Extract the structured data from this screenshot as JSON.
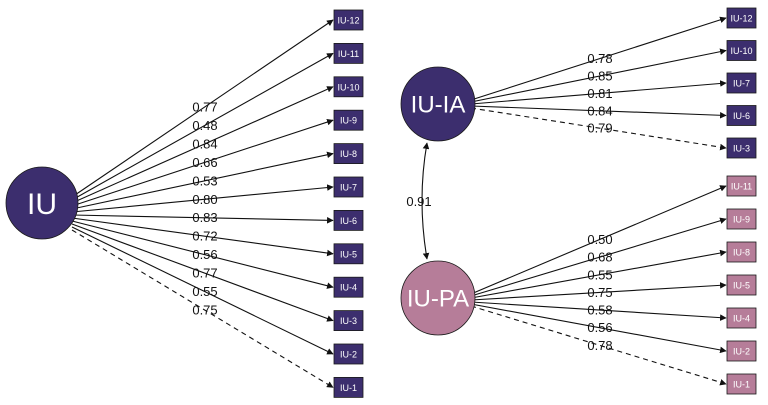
{
  "colors": {
    "dark": "#3c2e6e",
    "pink": "#b67d99",
    "edge": "#111111",
    "background": "#ffffff"
  },
  "left_model": {
    "factor": {
      "label": "IU",
      "color": "dark"
    },
    "paths": [
      {
        "indicator": "IU-12",
        "loading": "0.77",
        "dashed": false
      },
      {
        "indicator": "IU-11",
        "loading": "0.48",
        "dashed": false
      },
      {
        "indicator": "IU-10",
        "loading": "0.84",
        "dashed": false
      },
      {
        "indicator": "IU-9",
        "loading": "0.66",
        "dashed": false
      },
      {
        "indicator": "IU-8",
        "loading": "0.53",
        "dashed": false
      },
      {
        "indicator": "IU-7",
        "loading": "0.80",
        "dashed": false
      },
      {
        "indicator": "IU-6",
        "loading": "0.83",
        "dashed": false
      },
      {
        "indicator": "IU-5",
        "loading": "0.72",
        "dashed": false
      },
      {
        "indicator": "IU-4",
        "loading": "0.56",
        "dashed": false
      },
      {
        "indicator": "IU-3",
        "loading": "0.77",
        "dashed": false
      },
      {
        "indicator": "IU-2",
        "loading": "0.55",
        "dashed": false
      },
      {
        "indicator": "IU-1",
        "loading": "0.75",
        "dashed": true
      }
    ]
  },
  "right_model": {
    "factors": [
      {
        "label": "IU-IA",
        "color": "dark",
        "paths": [
          {
            "indicator": "IU-12",
            "loading": "0.78",
            "dashed": false
          },
          {
            "indicator": "IU-10",
            "loading": "0.85",
            "dashed": false
          },
          {
            "indicator": "IU-7",
            "loading": "0.81",
            "dashed": false
          },
          {
            "indicator": "IU-6",
            "loading": "0.84",
            "dashed": false
          },
          {
            "indicator": "IU-3",
            "loading": "0.79",
            "dashed": true
          }
        ]
      },
      {
        "label": "IU-PA",
        "color": "pink",
        "paths": [
          {
            "indicator": "IU-11",
            "loading": "0.50",
            "dashed": false
          },
          {
            "indicator": "IU-9",
            "loading": "0.68",
            "dashed": false
          },
          {
            "indicator": "IU-8",
            "loading": "0.55",
            "dashed": false
          },
          {
            "indicator": "IU-5",
            "loading": "0.75",
            "dashed": false
          },
          {
            "indicator": "IU-4",
            "loading": "0.58",
            "dashed": false
          },
          {
            "indicator": "IU-2",
            "loading": "0.56",
            "dashed": false
          },
          {
            "indicator": "IU-1",
            "loading": "0.78",
            "dashed": true
          }
        ]
      }
    ],
    "correlation": "0.91"
  }
}
